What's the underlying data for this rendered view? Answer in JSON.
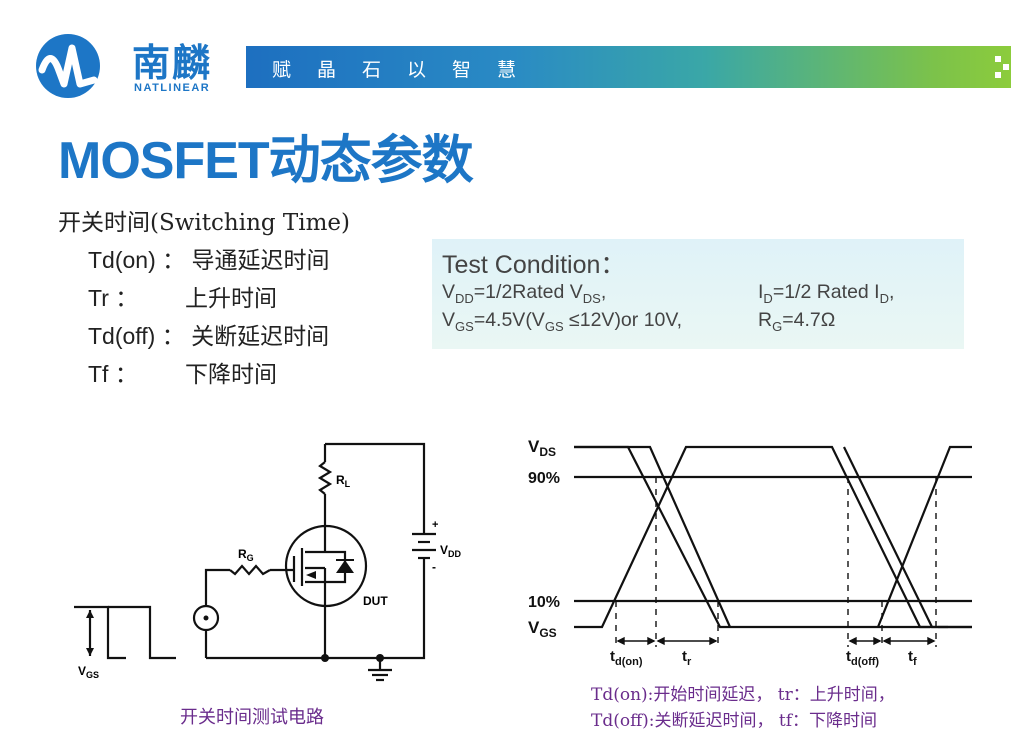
{
  "header": {
    "logo_cn": "南麟",
    "logo_en": "NATLINEAR",
    "slogan": "赋晶石以智慧"
  },
  "title": "MOSFET动态参数",
  "switching": {
    "heading": "开关时间(Switching Time)",
    "items": [
      {
        "symbol": "Td(on)",
        "sep": "：",
        "desc": "导通延迟时间"
      },
      {
        "symbol": "Tr",
        "sep": "：",
        "desc": "上升时间"
      },
      {
        "symbol": "Td(off)",
        "sep": "：",
        "desc": "关断延迟时间"
      },
      {
        "symbol": "Tf",
        "sep": "：",
        "desc": "下降时间"
      }
    ]
  },
  "test_condition": {
    "title": "Test Condition：",
    "vdd": {
      "pre": "V",
      "sub": "DD",
      "mid": "=1/2Rated V",
      "sub2": "DS",
      "post": ","
    },
    "id": {
      "pre": "I",
      "sub": "D",
      "mid": "=1/2 Rated I",
      "sub2": "D",
      "post": ","
    },
    "vgs": {
      "pre": "V",
      "sub": "GS",
      "mid": "=4.5V(V",
      "sub2": "GS",
      "post": " ≤12V)or 10V,"
    },
    "rg": {
      "pre": "R",
      "sub": "G",
      "post": "=4.7Ω"
    }
  },
  "circuit": {
    "rl": "R",
    "rl_sub": "L",
    "rg": "R",
    "rg_sub": "G",
    "vdd": "V",
    "vdd_sub": "DD",
    "plus": "+",
    "minus": "-",
    "dut": "DUT",
    "vgs": "V",
    "vgs_sub": "GS",
    "caption": "开关时间测试电路"
  },
  "waveform": {
    "vds": "V",
    "vds_sub": "DS",
    "p90": "90%",
    "p10": "10%",
    "vgs": "V",
    "vgs_sub": "GS",
    "td_on": "t",
    "td_on_sub": "d(on)",
    "tr": "t",
    "tr_sub": "r",
    "td_off": "t",
    "td_off_sub": "d(off)",
    "tf": "t",
    "tf_sub": "f",
    "caption_line1": "Td(on):开始时间延迟， tr：上升时间，",
    "caption_line2": "Td(off):关断延迟时间， tf：下降时间"
  },
  "colors": {
    "brand_blue": "#1d76c6",
    "banner_green": "#8ccc3c",
    "caption_purple": "#6a2c8c"
  }
}
